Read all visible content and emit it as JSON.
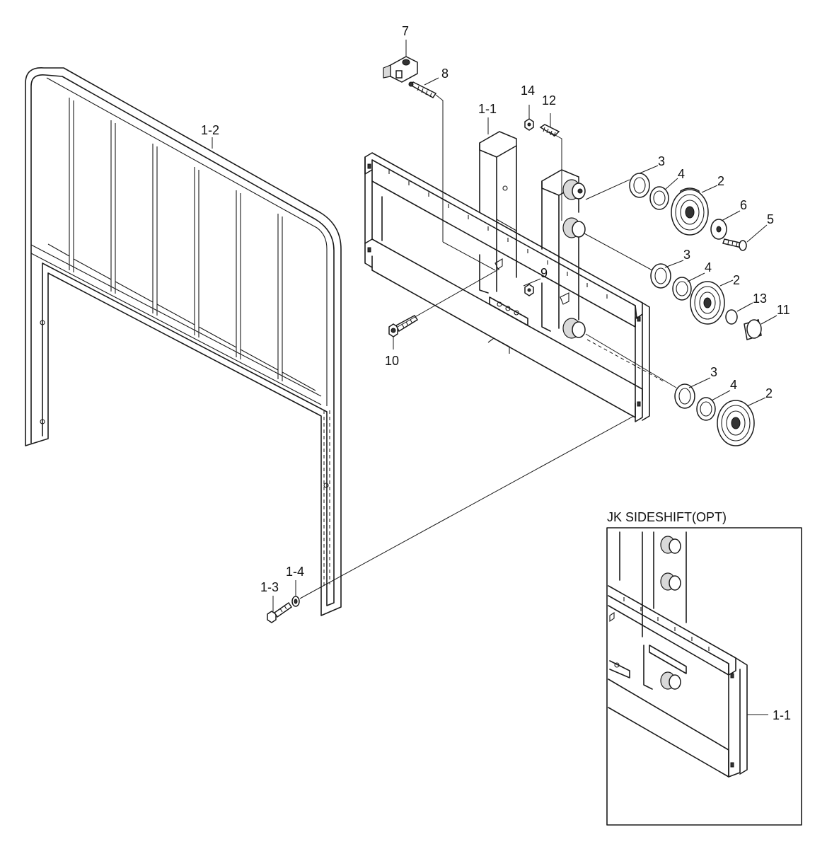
{
  "inset": {
    "title": "JK SIDESHIFT(OPT)",
    "label": "1-1"
  },
  "callouts": {
    "c1_2": "1-2",
    "c1_1": "1-1",
    "c1_3": "1-3",
    "c1_4": "1-4",
    "c7": "7",
    "c8": "8",
    "c14": "14",
    "c12": "12",
    "c3a": "3",
    "c4a": "4",
    "c2a": "2",
    "c6": "6",
    "c5": "5",
    "c3b": "3",
    "c4b": "4",
    "c2b": "2",
    "c13": "13",
    "c11": "11",
    "c9": "9",
    "c10": "10",
    "c3c": "3",
    "c4c": "4",
    "c2c": "2"
  }
}
